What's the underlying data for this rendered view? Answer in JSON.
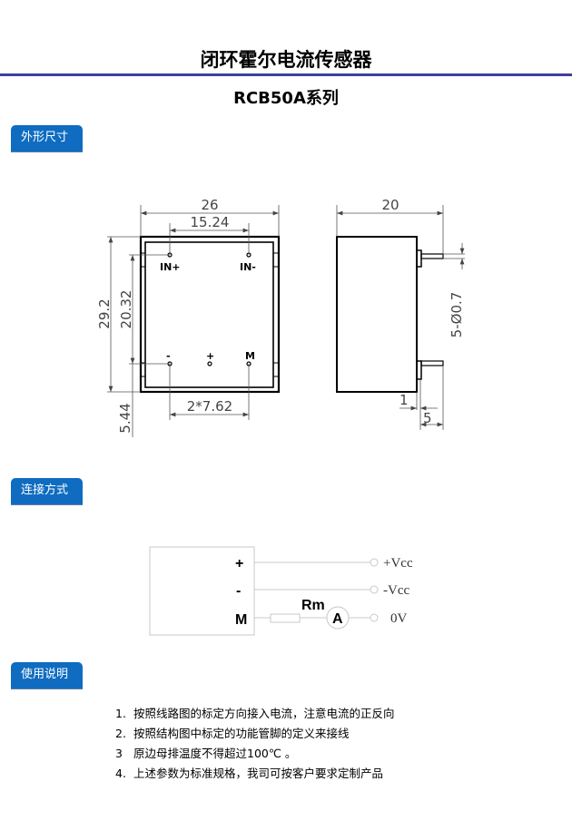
{
  "header": {
    "title": "闭环霍尔电流传感器",
    "subtitle": "RCB50A系列"
  },
  "sections": {
    "dimensions": "外形尺寸",
    "connection": "连接方式",
    "instructions": "使用说明"
  },
  "dimensions": {
    "front_width": "26",
    "pin_span_top": "15.24",
    "height": "29.2",
    "pin_span_vertical": "20.32",
    "bottom_offset": "5.44",
    "pin_pitch": "2*7.62",
    "side_depth": "20",
    "pin_spec": "5-Ø0.7",
    "pin_offset": "1",
    "pin_length": "5",
    "pins": {
      "in_plus": "IN+",
      "in_minus": "IN-",
      "minus": "-",
      "plus": "+",
      "m": "M"
    }
  },
  "connection": {
    "plus": "+",
    "minus": "-",
    "m": "M",
    "rm": "Rm",
    "ammeter": "A",
    "vcc_plus": "+Vcc",
    "vcc_minus": "-Vcc",
    "zero_v": "0V"
  },
  "instructions": [
    {
      "num": "1.",
      "text": "按照线路图的标定方向接入电流，注意电流的正反向"
    },
    {
      "num": "2.",
      "text": "按照结构图中标定的功能管脚的定义来接线"
    },
    {
      "num": "3",
      "text": "原边母排温度不得超过100℃  。"
    },
    {
      "num": "4.",
      "text": "上述参数为标准规格，我司可按客户要求定制产品"
    }
  ],
  "colors": {
    "accent": "#0f6cc0",
    "rule": "#3f3f9e"
  }
}
